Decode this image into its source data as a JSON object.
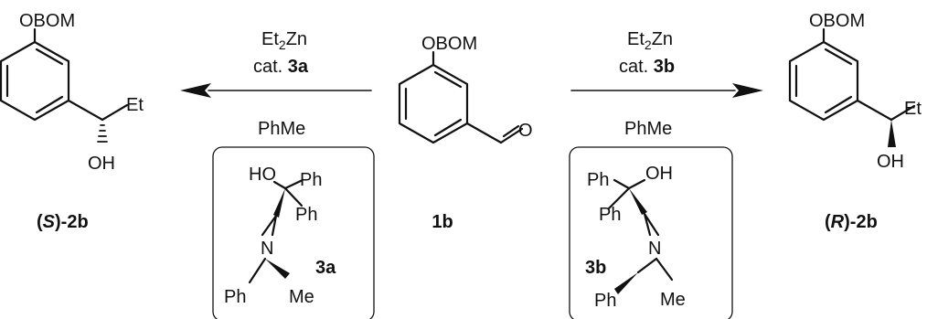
{
  "left_product": {
    "substituent": "OBOM",
    "side_chain": "Et",
    "hydroxyl": "OH",
    "label_open": "(",
    "label_stereo": "S",
    "label_rest": ")-2b"
  },
  "right_product": {
    "substituent": "OBOM",
    "side_chain": "Et",
    "hydroxyl": "OH",
    "label_open": "(",
    "label_stereo": "R",
    "label_rest": ")-2b"
  },
  "starting_material": {
    "substituent": "OBOM",
    "carbonyl_oxygen": "O",
    "label": "1b"
  },
  "left_arrow": {
    "reagent_base": "Et",
    "reagent_sub": "2",
    "reagent_tail": "Zn",
    "catalyst_prefix": "cat. ",
    "catalyst_id": "3a",
    "solvent": "PhMe"
  },
  "right_arrow": {
    "reagent_base": "Et",
    "reagent_sub": "2",
    "reagent_tail": "Zn",
    "catalyst_prefix": "cat. ",
    "catalyst_id": "3b",
    "solvent": "PhMe"
  },
  "catalyst_3a": {
    "hydroxyl": "HO",
    "phenyl_top": "Ph",
    "phenyl_bottom": "Ph",
    "nitrogen": "N",
    "phenyl_left": "Ph",
    "methyl": "Me",
    "label": "3a"
  },
  "catalyst_3b": {
    "hydroxyl": "OH",
    "phenyl_top": "Ph",
    "phenyl_bottom": "Ph",
    "nitrogen": "N",
    "phenyl_left": "Ph",
    "methyl": "Me",
    "label": "3b"
  }
}
